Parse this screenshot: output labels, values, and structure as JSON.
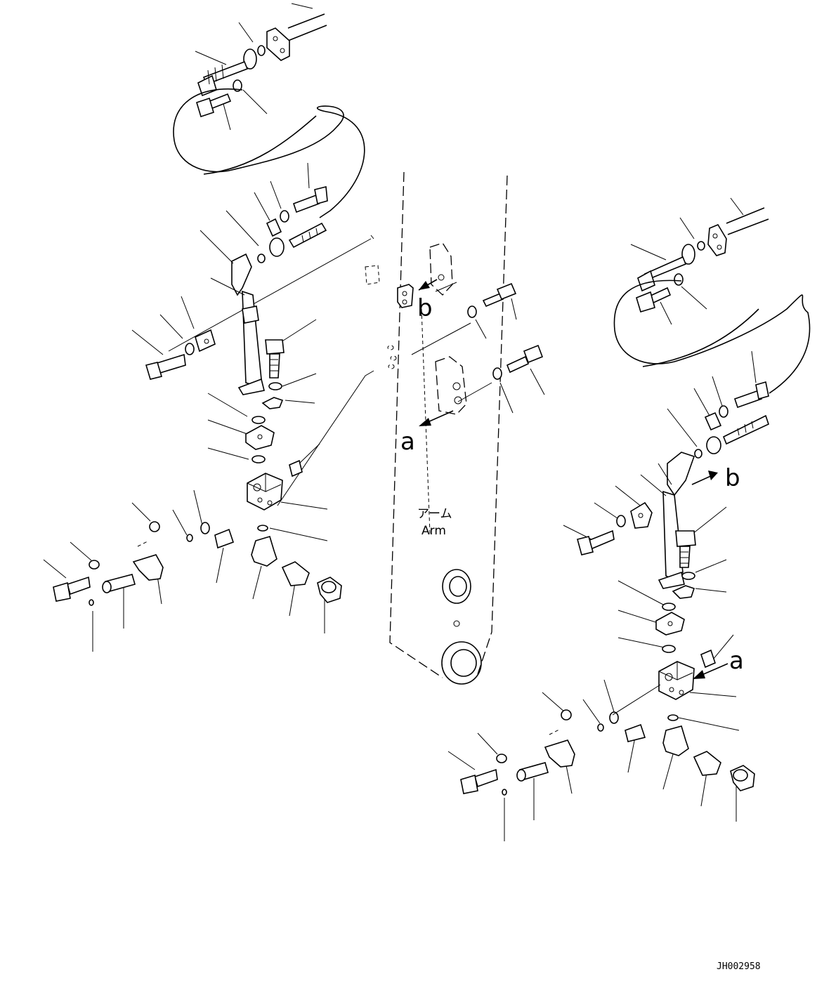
{
  "diagram": {
    "callout_a_center": "a",
    "callout_b_center": "b",
    "callout_a_right": "a",
    "callout_b_right": "b",
    "arm_label_jp": "アーム",
    "arm_label_en": "Arm",
    "drawing_code": "JH002958"
  }
}
